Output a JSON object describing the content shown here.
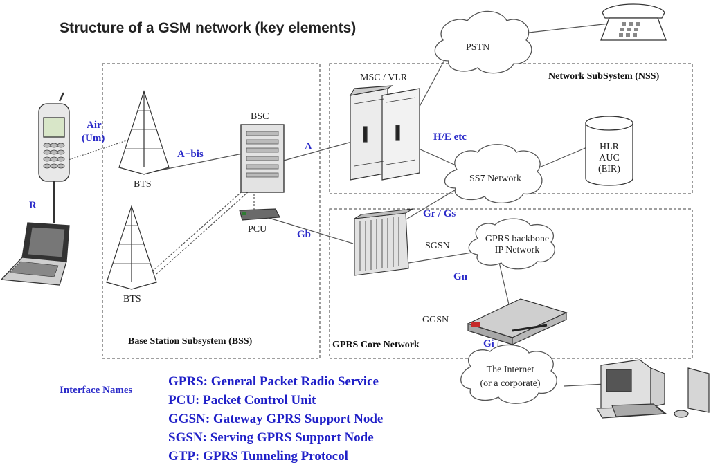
{
  "title": "Structure of a GSM network (key elements)",
  "regions": {
    "bss": "Base Station Subsystem (BSS)",
    "nss": "Network SubSystem (NSS)",
    "gprs_core": "GPRS Core Network"
  },
  "nodes": {
    "pstn": "PSTN",
    "msc_vlr": "MSC / VLR",
    "bsc": "BSC",
    "bts_top": "BTS",
    "bts_bottom": "BTS",
    "pcu": "PCU",
    "hlr_line1": "HLR",
    "hlr_line2": "AUC",
    "hlr_line3": "(EIR)",
    "ss7": "SS7 Network",
    "sgsn": "SGSN",
    "gprs_backbone_line1": "GPRS backbone",
    "gprs_backbone_line2": "IP Network",
    "ggsn": "GGSN",
    "internet_line1": "The Internet",
    "internet_line2": "(or a corporate)"
  },
  "interfaces": {
    "air_line1": "Air",
    "air_line2": "(Um)",
    "r": "R",
    "abis": "A−bis",
    "a": "A",
    "he": "H/E etc",
    "gr_gs": "Gr / Gs",
    "gb": "Gb",
    "gn": "Gn",
    "gi": "Gi"
  },
  "legend_heading": "Interface Names",
  "legend": [
    "GPRS: General Packet Radio Service",
    "PCU: Packet Control Unit",
    "GGSN: Gateway GPRS Support Node",
    "SGSN: Serving GPRS Support Node",
    "GTP: GPRS Tunneling Protocol"
  ],
  "colors": {
    "interface_label": "#2b2bc9",
    "legend_text": "#2020c8",
    "line": "#555555"
  }
}
